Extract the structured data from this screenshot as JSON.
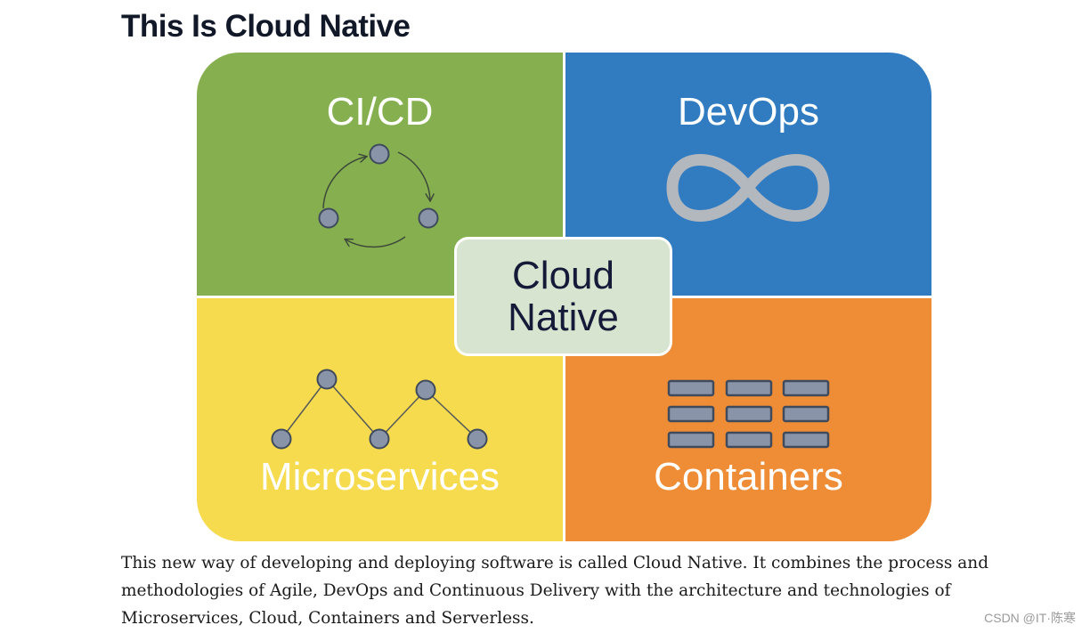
{
  "header": {
    "title": "This Is Cloud Native"
  },
  "diagram": {
    "quadrants": [
      {
        "label": "CI/CD",
        "color": "#86b04f",
        "icon": "cycle-icon"
      },
      {
        "label": "DevOps",
        "color": "#317cc0",
        "icon": "infinity-icon"
      },
      {
        "label": "Microservices",
        "color": "#f6db4e",
        "icon": "network-icon"
      },
      {
        "label": "Containers",
        "color": "#ef8c36",
        "icon": "container-grid-icon"
      }
    ],
    "center": {
      "line1": "Cloud",
      "line2": "Native",
      "color": "#d7e4cf"
    }
  },
  "description": "This new way of developing and deploying software is called Cloud Native. It combines the process and methodologies of Agile, DevOps and Continuous Delivery with the architecture and technologies of Microservices, Cloud, Containers and Serverless.",
  "watermark": "CSDN @IT·陈寒"
}
